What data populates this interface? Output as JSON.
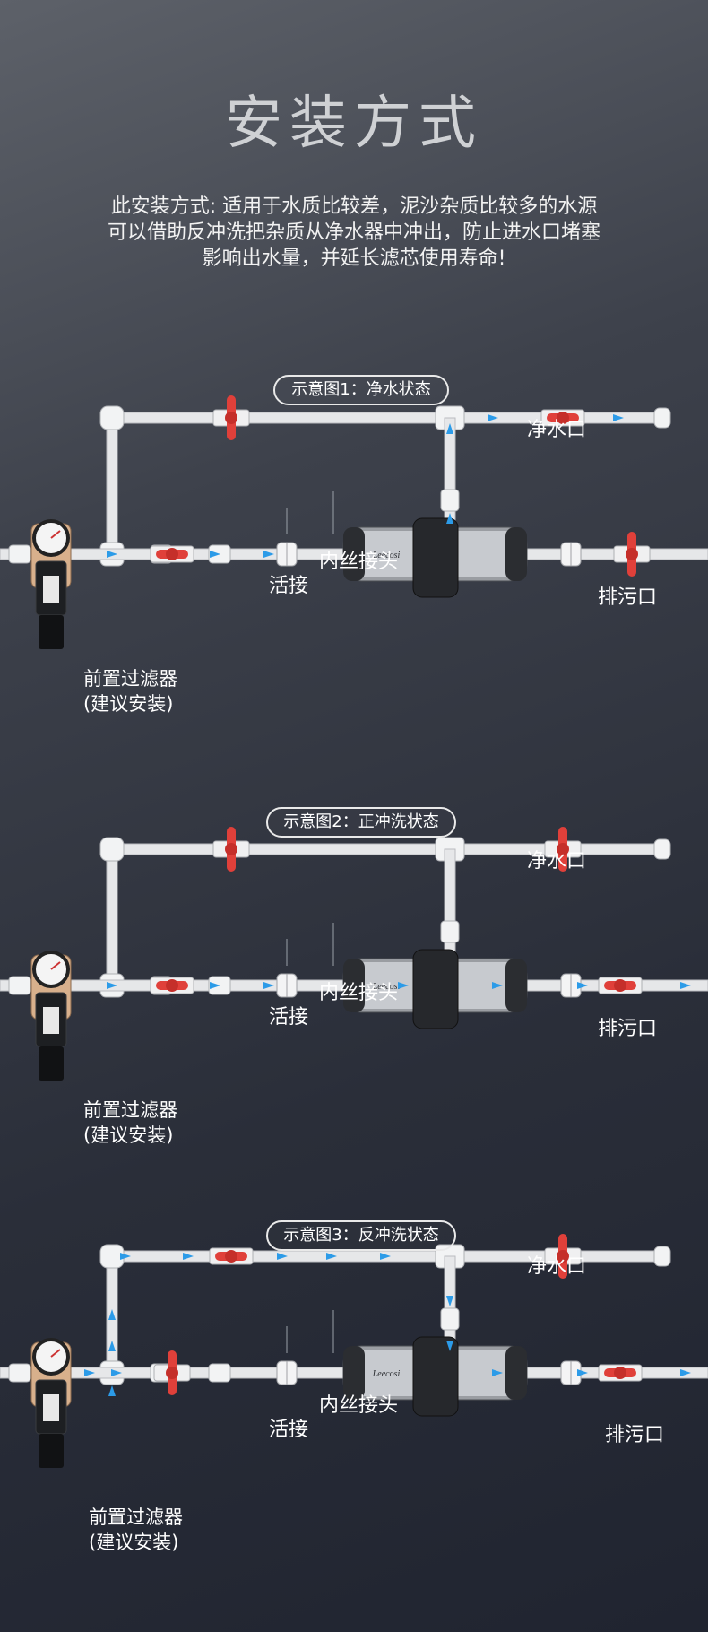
{
  "title": "安装方式",
  "intro": {
    "line1": "此安装方式: 适用于水质比较差，泥沙杂质比较多的水源",
    "line2": "可以借助反冲洗把杂质从净水器中冲出，防止进水口堵塞",
    "line3": "影响出水量，并延长滤芯使用寿命!"
  },
  "diagrams": [
    {
      "badge": "示意图1：净水状态",
      "clean_outlet": "净水口",
      "drain_outlet": "排污口",
      "union": "活接",
      "thread": "内丝接头",
      "prefilter_line1": "前置过滤器",
      "prefilter_line2": "(建议安装)"
    },
    {
      "badge": "示意图2：正冲洗状态",
      "clean_outlet": "净水口",
      "drain_outlet": "排污口",
      "union": "活接",
      "thread": "内丝接头",
      "prefilter_line1": "前置过滤器",
      "prefilter_line2": "(建议安装)"
    },
    {
      "badge": "示意图3：反冲洗状态",
      "clean_outlet": "净水口",
      "drain_outlet": "排污口",
      "union": "活接",
      "thread": "内丝接头",
      "prefilter_line1": "前置过滤器",
      "prefilter_line2": "(建议安装)"
    }
  ],
  "filter_brand": "Leecosi",
  "colors": {
    "pipe": "#e6e7e9",
    "valve": "#e0403a",
    "arrow": "#2c9be8",
    "background": "#2a2e39"
  }
}
